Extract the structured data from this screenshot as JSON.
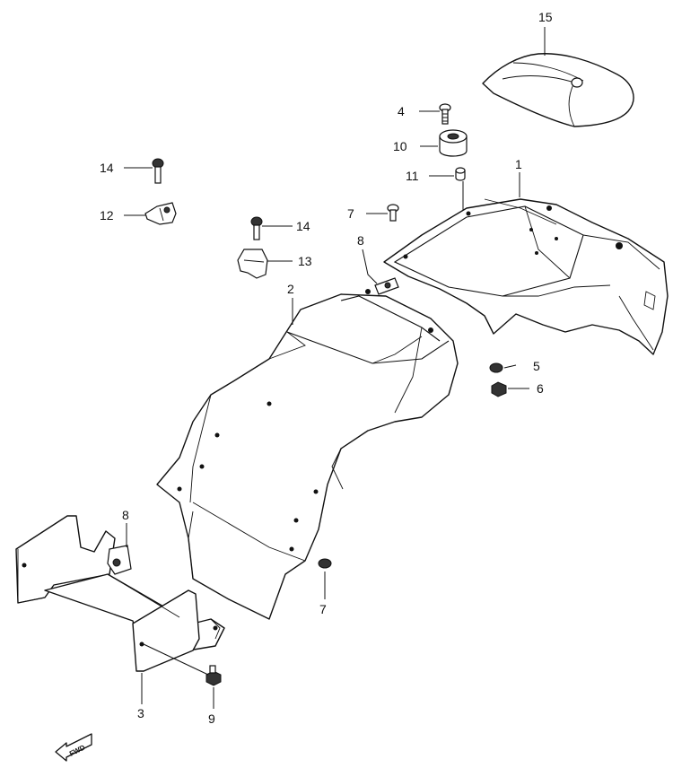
{
  "callouts": {
    "c1": "1",
    "c2": "2",
    "c3": "3",
    "c4": "4",
    "c5": "5",
    "c6": "6",
    "c7a": "7",
    "c7b": "7",
    "c8a": "8",
    "c8b": "8",
    "c9": "9",
    "c10": "10",
    "c11": "11",
    "c12": "12",
    "c13": "13",
    "c14a": "14",
    "c14b": "14",
    "c15": "15"
  },
  "badge": {
    "fwd": "FWD"
  }
}
